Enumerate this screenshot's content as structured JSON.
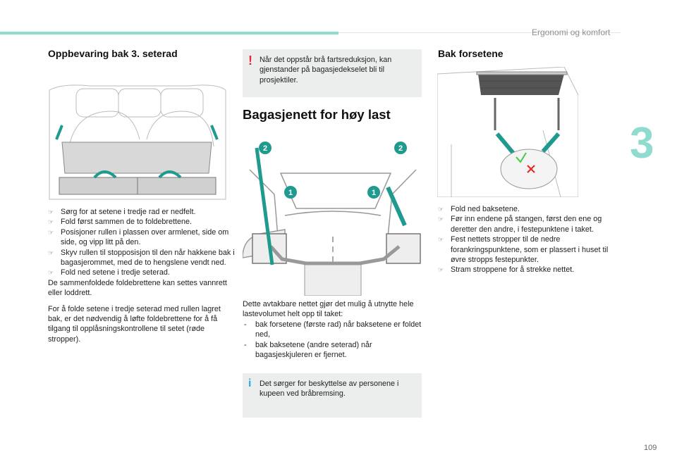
{
  "header": {
    "section": "Ergonomi og komfort",
    "chapter": "3",
    "page_number": "109"
  },
  "colors": {
    "accent": "#8fdccf",
    "teal": "#1f9a8e",
    "warning": "#e8283c",
    "info": "#2aa9e0",
    "box_bg": "#eceeee"
  },
  "col1": {
    "title": "Oppbevaring bak 3. seterad",
    "bullets": [
      "Sørg for at setene i tredje rad er nedfelt.",
      "Fold først sammen de to foldebrettene.",
      "Posisjoner rullen i plassen over armlenet, side om side, og vipp litt på den.",
      "Skyv rullen til stopposisjon til den når hakkene bak i bagasjerommet, med de to hengslene vendt ned.",
      "Fold ned setene i tredje seterad."
    ],
    "para1": "De sammenfoldede foldebrettene kan settes vannrett eller loddrett.",
    "para2": "For å folde setene i tredje seterad med rullen lagret bak, er det nødvendig å løfte foldebrettene for å få tilgang til opplåsningskontrollene til setet (røde stropper)."
  },
  "col2": {
    "warning_icon": "!",
    "warning": "Når det oppstår brå fartsreduksjon, kan gjenstander på bagasjedekselet bli til prosjektiler.",
    "title": "Bagasjenett for høy last",
    "labels": [
      "1",
      "1",
      "2",
      "2"
    ],
    "intro": "Dette avtakbare nettet gjør det mulig å utnytte hele lastevolumet helt opp til taket:",
    "dashes": [
      "bak forsetene (første rad) når baksetene er foldet ned,",
      "bak baksetene (andre seterad) når bagasjeskjuleren er fjernet."
    ],
    "info_icon": "i",
    "info": "Det sørger for beskyttelse av personene i kupeen ved bråbremsing."
  },
  "col3": {
    "title": "Bak forsetene",
    "bullets": [
      "Fold ned baksetene.",
      "Før inn endene på stangen, først den ene og deretter den andre, i festepunktene i taket.",
      "Fest nettets stropper til de nedre forankringspunktene, som er plassert i huset til øvre stropps festepunkter.",
      "Stram stroppene for å strekke nettet."
    ]
  }
}
